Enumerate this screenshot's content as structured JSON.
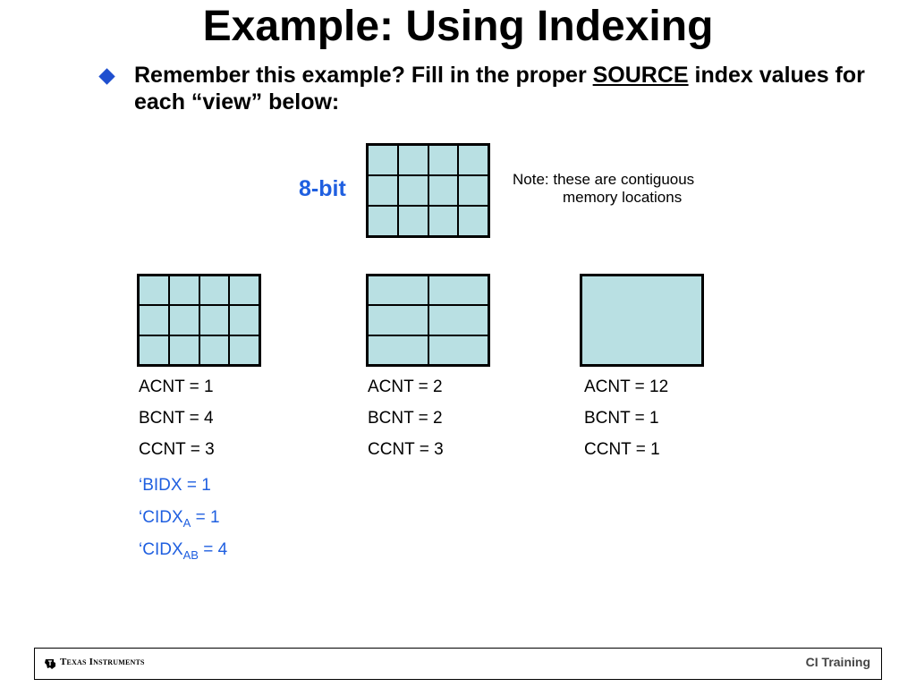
{
  "title": "Example: Using Indexing",
  "bullet": {
    "pre": "Remember this example? Fill in the proper ",
    "emph": "SOURCE",
    "post": " index values for each “view” below:"
  },
  "diagram": {
    "top_label": "8-bit",
    "note_line1": "Note: these are contiguous",
    "note_line2": "memory locations",
    "views": [
      {
        "acnt": "ACNT = 1",
        "bcnt": "BCNT = 4",
        "ccnt": "CCNT = 3"
      },
      {
        "acnt": "ACNT = 2",
        "bcnt": "BCNT = 2",
        "ccnt": "CCNT = 3"
      },
      {
        "acnt": "ACNT = 12",
        "bcnt": "BCNT = 1",
        "ccnt": "CCNT = 1"
      }
    ],
    "index": {
      "bidx": "‘BIDX = 1",
      "cidxa_pre": "‘CIDX",
      "cidxa_sub": "A",
      "cidxa_post": " = 1",
      "cidxab_pre": "‘CIDX",
      "cidxab_sub": "AB",
      "cidxab_post": " = 4"
    }
  },
  "footer": {
    "company": "Texas Instruments",
    "training": "CI Training"
  },
  "colors": {
    "accent": "#1f5fe0",
    "cell_fill": "#b9e0e3"
  }
}
